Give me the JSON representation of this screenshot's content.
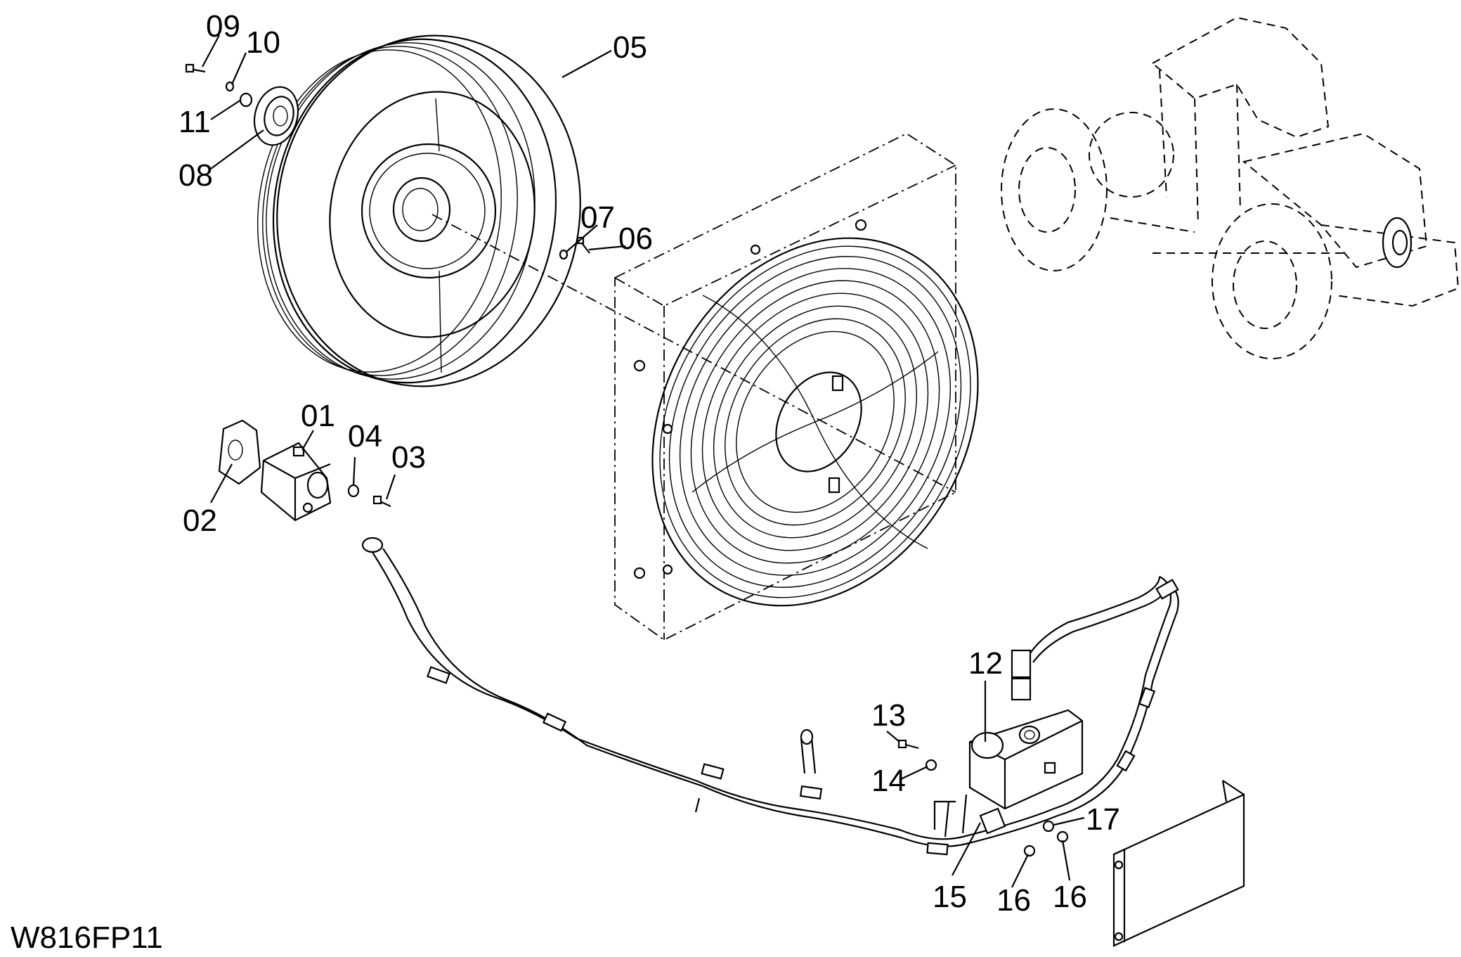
{
  "drawing_code": "W816FP11",
  "callouts": [
    {
      "id": "01",
      "text": "01"
    },
    {
      "id": "02",
      "text": "02"
    },
    {
      "id": "03",
      "text": "03"
    },
    {
      "id": "04",
      "text": "04"
    },
    {
      "id": "05",
      "text": "05"
    },
    {
      "id": "06",
      "text": "06"
    },
    {
      "id": "07",
      "text": "07"
    },
    {
      "id": "08",
      "text": "08"
    },
    {
      "id": "09",
      "text": "09"
    },
    {
      "id": "10",
      "text": "10"
    },
    {
      "id": "11",
      "text": "11"
    },
    {
      "id": "12",
      "text": "12"
    },
    {
      "id": "13",
      "text": "13"
    },
    {
      "id": "14",
      "text": "14"
    },
    {
      "id": "15",
      "text": "15"
    },
    {
      "id": "16a",
      "text": "16"
    },
    {
      "id": "16b",
      "text": "16"
    },
    {
      "id": "17",
      "text": "17"
    }
  ]
}
